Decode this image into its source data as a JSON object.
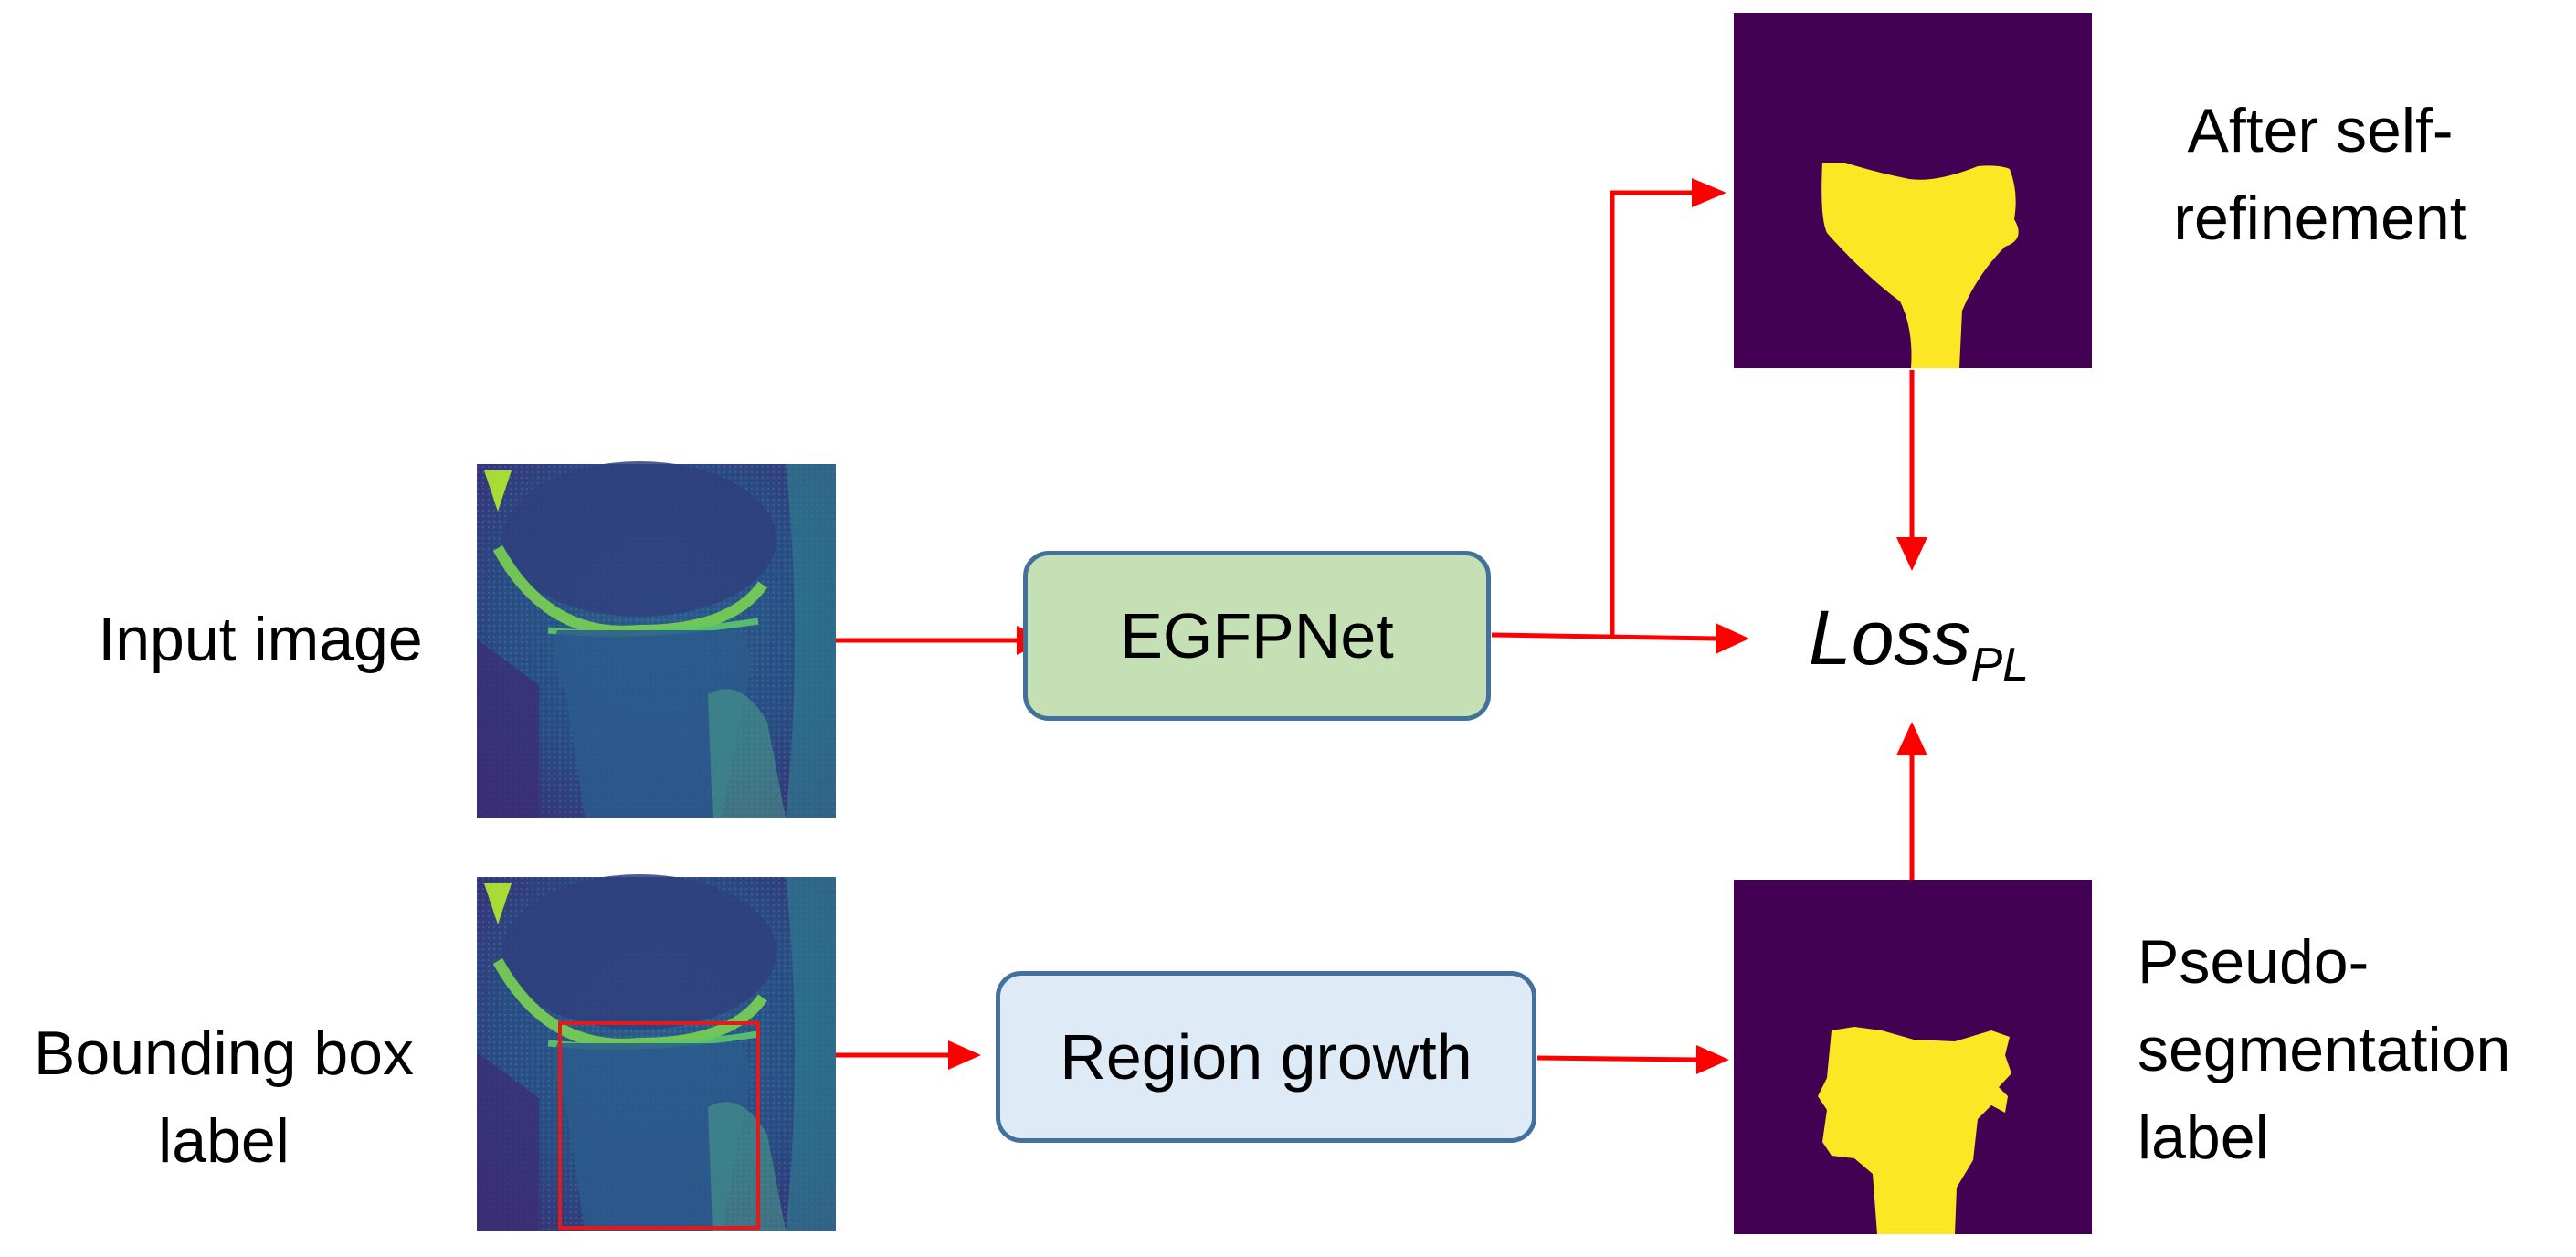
{
  "labels": {
    "input_image": "Input image",
    "bbox_line1": "Bounding box",
    "bbox_line2": "label",
    "after_line1": "After self-",
    "after_line2": "refinement",
    "pseudo_line1": "Pseudo-",
    "pseudo_line2": "segmentation",
    "pseudo_line3": "label"
  },
  "boxes": {
    "egfpnet": "EGFPNet",
    "region_growth": "Region growth"
  },
  "loss": {
    "main": "Loss",
    "subscript": "PL"
  },
  "colors": {
    "arrow": "#ff0000",
    "egfpnet_fill": "#c5e0b4",
    "region_fill": "#deebf7",
    "box_border": "#41719c",
    "mask_background": "#440154",
    "mask_foreground": "#fde725",
    "mri_dark": "#3b2f7a",
    "mri_mid": "#2c6f8e",
    "mri_bright": "#7ad151",
    "bbox_outline": "#e31a1c"
  }
}
